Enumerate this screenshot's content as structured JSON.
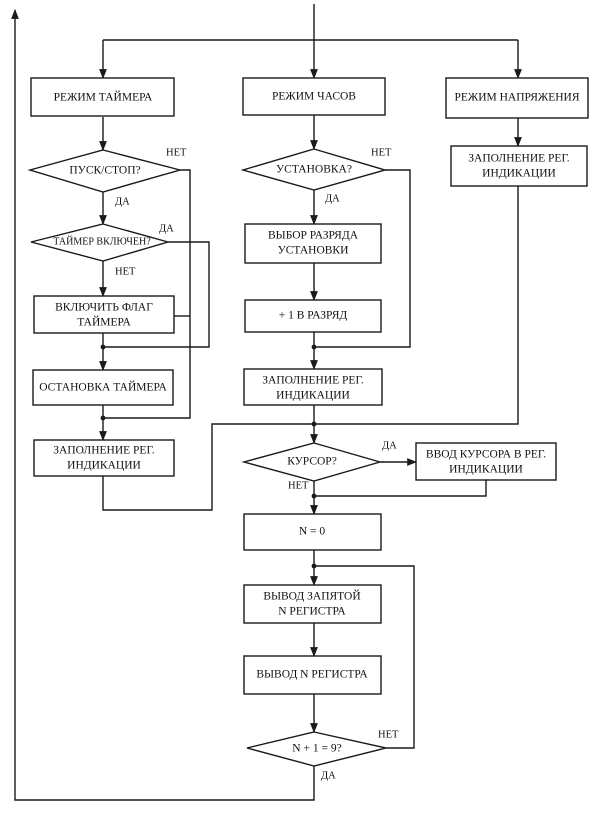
{
  "blocks": {
    "timer_mode": "РЕЖИМ ТАЙМЕРА",
    "clock_mode": "РЕЖИМ ЧАСОВ",
    "voltage_mode": "РЕЖИМ НАПРЯЖЕНИЯ",
    "start_stop": "ПУСК/СТОП?",
    "setting": "УСТАНОВКА?",
    "fill_reg_right_1": "ЗАПОЛНЕНИЕ РЕГ.",
    "fill_reg_right_2": "ИНДИКАЦИИ",
    "timer_on": "ТАЙМЕР ВКЛЮЧЕН?",
    "select_digit_1": "ВЫБОР РАЗРЯДА",
    "select_digit_2": "УСТАНОВКИ",
    "set_flag_1": "ВКЛЮЧИТЬ ФЛАГ",
    "set_flag_2": "ТАЙМЕРА",
    "plus_one": "+ 1 В РАЗРЯД",
    "stop_timer": "ОСТАНОВКА ТАЙМЕРА",
    "fill_reg_mid_1": "ЗАПОЛНЕНИЕ РЕГ.",
    "fill_reg_mid_2": "ИНДИКАЦИИ",
    "fill_reg_left_1": "ЗАПОЛНЕНИЕ РЕГ.",
    "fill_reg_left_2": "ИНДИКАЦИИ",
    "cursor": "КУРСОР?",
    "cursor_input_1": "ВВОД КУРСОРА В РЕГ.",
    "cursor_input_2": "ИНДИКАЦИИ",
    "n_zero": "N = 0",
    "comma_out_1": "ВЫВОД ЗАПЯТОЙ",
    "comma_out_2": "N РЕГИСТРА",
    "reg_out": "ВЫВОД N РЕГИСТРА",
    "n_check": "N + 1 = 9?"
  },
  "labels": {
    "no": "НЕТ",
    "yes": "ДА"
  }
}
